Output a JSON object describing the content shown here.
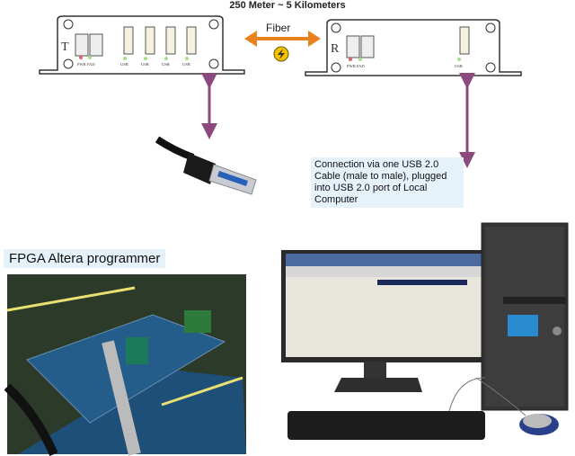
{
  "diagram": {
    "distance_label": "250 Meter ~ 5 Kilometers",
    "link_label": "Fiber",
    "transmitter": {
      "letter": "T",
      "led_labels": [
        "PWR",
        "FAD",
        "USB",
        "USB",
        "USB",
        "USB"
      ]
    },
    "receiver": {
      "letter": "R",
      "led_labels": [
        "PWR",
        "FAD",
        "USB"
      ]
    },
    "connection_note": "Connection via one USB 2.0 Cable (male to male), plugged into USB 2.0 port of Local Computer",
    "fpga_label": "FPGA Altera programmer",
    "colors": {
      "fiber_arrow": "#e8821e",
      "usb_arrow": "#8b4a7e",
      "label_bg": "#e6f2fa"
    }
  }
}
